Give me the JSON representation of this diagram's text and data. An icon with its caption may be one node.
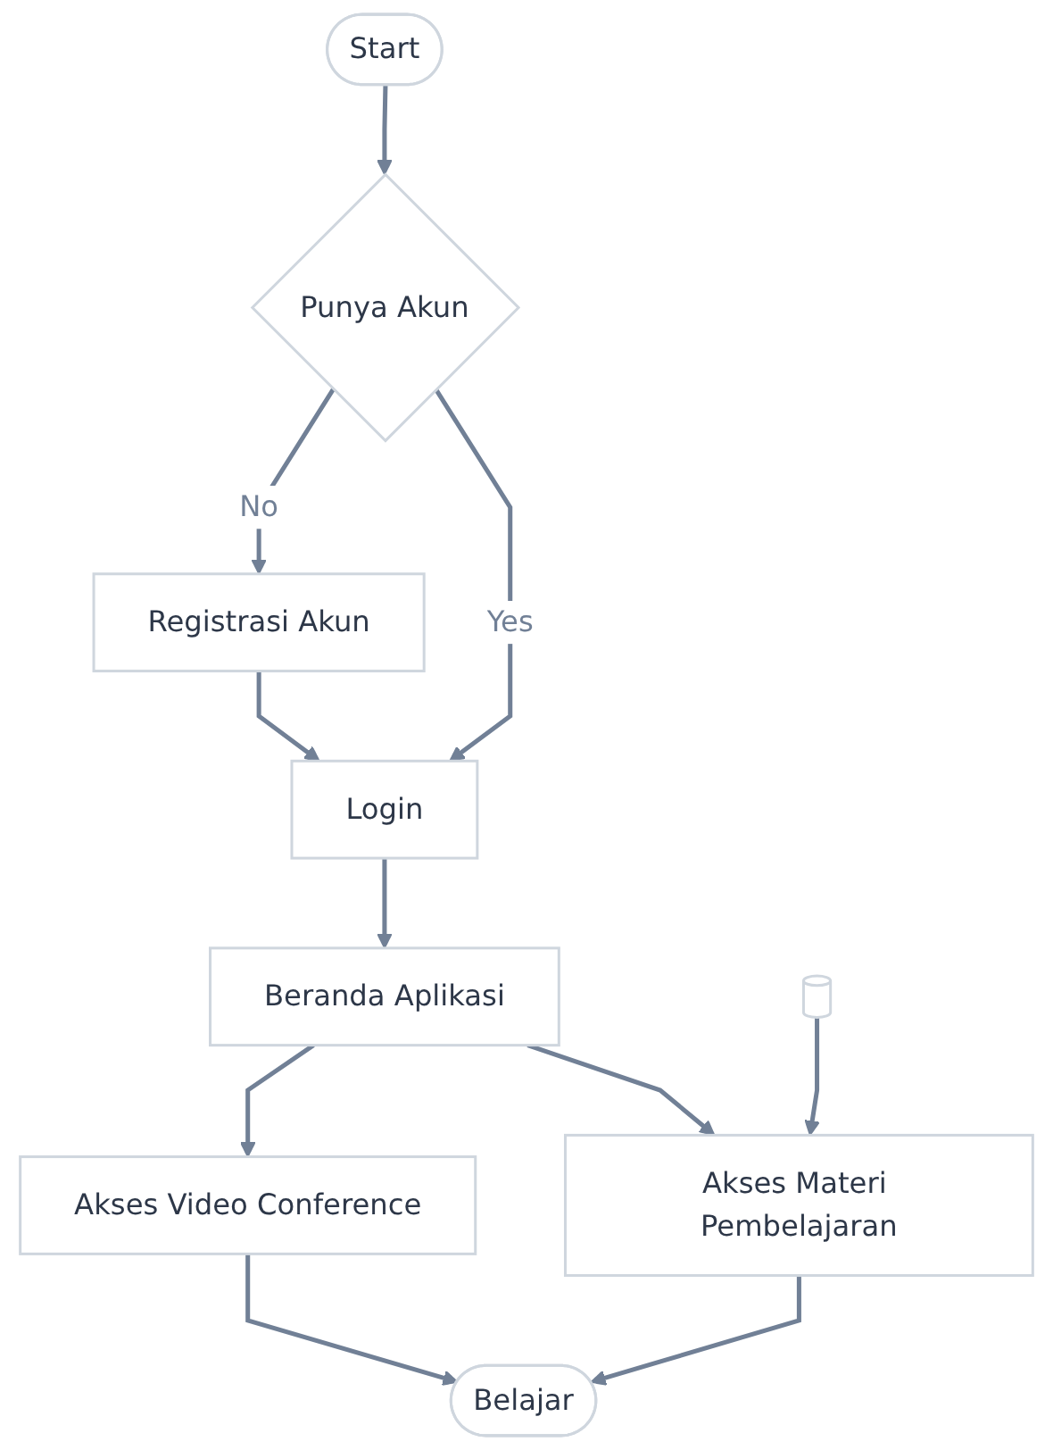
{
  "diagram": {
    "nodes": [
      {
        "text": [
          "Start"
        ]
      },
      {
        "text": [
          "Punya Akun"
        ]
      },
      {
        "text": [
          "Registrasi Akun"
        ]
      },
      {
        "text": [
          "Login"
        ]
      },
      {
        "text": [
          "Beranda Aplikasi"
        ]
      },
      {
        "text": [
          "Akses Video Conference"
        ]
      },
      {
        "text": [],
        "shape": "cylinder"
      },
      {
        "text": [
          "Akses Materi Pembelajaran"
        ]
      },
      {
        "text": [
          "Belajar"
        ]
      }
    ],
    "edges": [
      {
        "from": 0,
        "to": 1,
        "arrow": "to"
      },
      {
        "from": 1,
        "to": 2,
        "arrow": "to",
        "label": "No"
      },
      {
        "from": 1,
        "to": 3,
        "arrow": "to",
        "label": "Yes"
      },
      {
        "from": 2,
        "to": 3,
        "arrow": "to"
      },
      {
        "from": 3,
        "to": 4,
        "arrow": "to"
      },
      {
        "from": 4,
        "to": 5,
        "arrow": "to"
      },
      {
        "from": 4,
        "to": 7,
        "arrow": "to"
      },
      {
        "from": 6,
        "to": 7,
        "arrow": "to"
      },
      {
        "from": 7,
        "to": 8,
        "arrow": "to"
      },
      {
        "from": 5,
        "to": 8,
        "arrow": "to"
      }
    ]
  }
}
